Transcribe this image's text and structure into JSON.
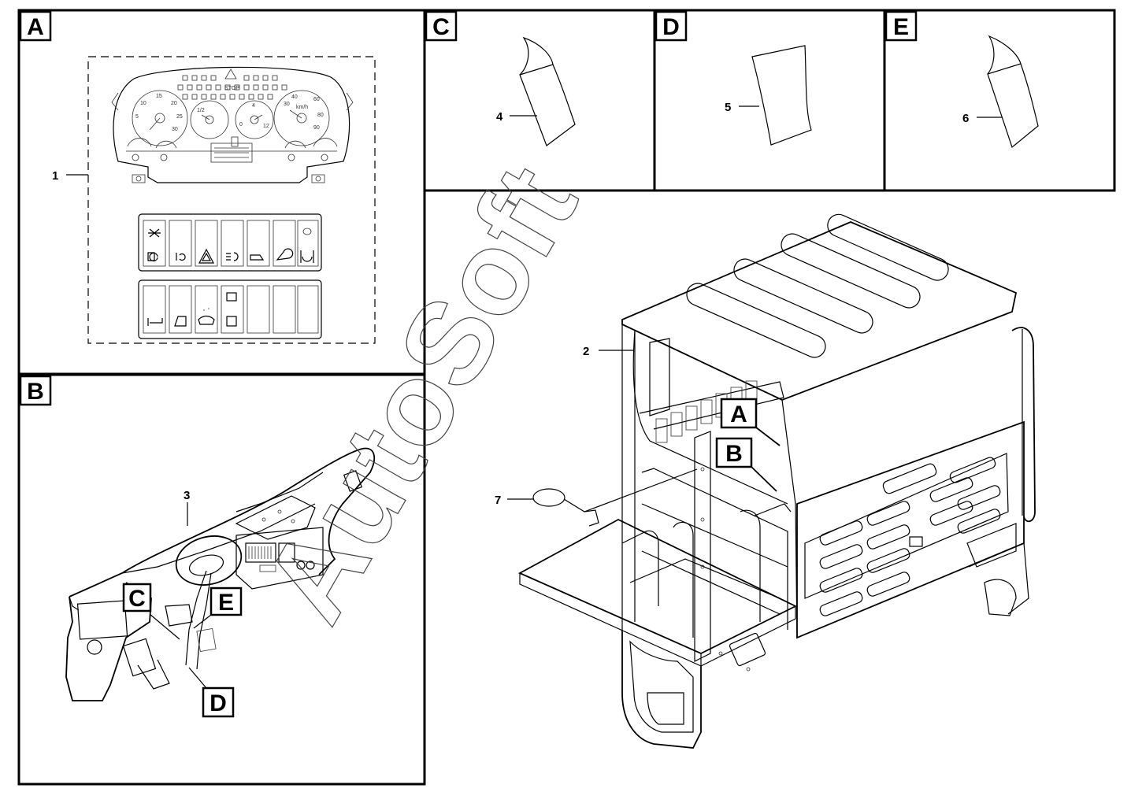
{
  "panels": {
    "A": "A",
    "B": "B",
    "C": "C",
    "D": "D",
    "E": "E"
  },
  "callouts": {
    "c1": "1",
    "c2": "2",
    "c3": "3",
    "c4": "4",
    "c5": "5",
    "c6": "6",
    "c7": "7"
  },
  "cab_tags": {
    "A": "A",
    "B": "B"
  },
  "dash_tags": {
    "C": "C",
    "D": "D",
    "E": "E"
  },
  "cluster_text": {
    "g1_top": "15",
    "g1_l": "10",
    "g1_r": "20",
    "g1_ll": "5",
    "g1_rr": "25",
    "g1_b": "30",
    "g2_l": "1/2",
    "g3_top": "4",
    "g3_l": "0",
    "g3_r": "12",
    "g4_top": "40",
    "g4_l": "30",
    "g4_r": "60",
    "g4_rr": "80",
    "g4_unit": "km/h",
    "g4_b": "90",
    "stop": "STOP"
  },
  "watermark": {
    "text": "AutoSoft"
  },
  "colors": {
    "line": "#000000",
    "background": "#ffffff"
  }
}
